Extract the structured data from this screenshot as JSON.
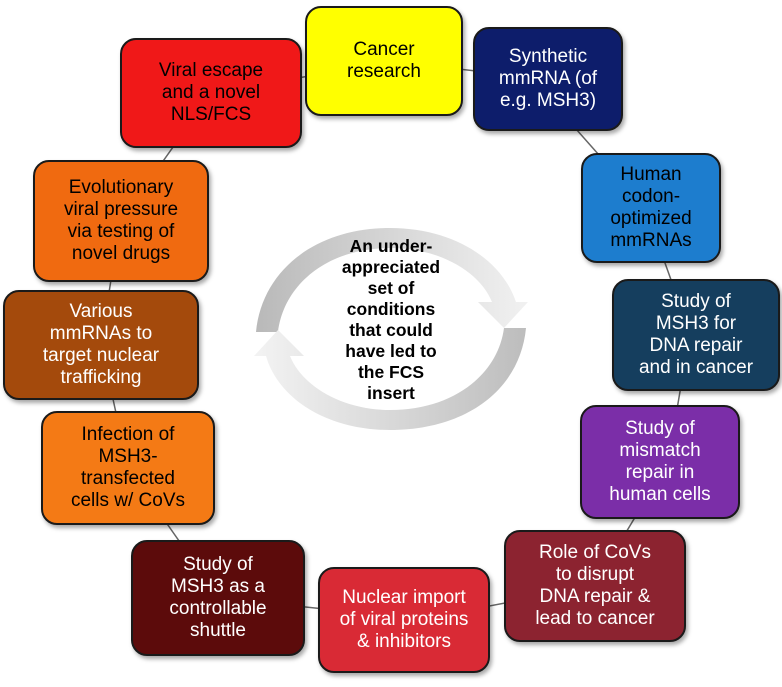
{
  "center": {
    "text": "An under-\nappreciated\nset of\nconditions\nthat could\nhave led to\nthe FCS\ninsert"
  },
  "nodes": [
    {
      "id": "cancer-research",
      "text": "Cancer\nresearch",
      "fill": "#FFFF00",
      "text_color": "#000000"
    },
    {
      "id": "synthetic-mmrna",
      "text": "Synthetic\nmmRNA (of\ne.g. MSH3)",
      "fill": "#0D1D6B",
      "text_color": "#FFFFFF"
    },
    {
      "id": "human-codon-optimized",
      "text": "Human\ncodon-\noptimized\nmmRNAs",
      "fill": "#1D7DCE",
      "text_color": "#000000"
    },
    {
      "id": "study-msh3-dna-repair",
      "text": "Study of\nMSH3 for\nDNA repair\nand in cancer",
      "fill": "#153E5E",
      "text_color": "#FFFFFF"
    },
    {
      "id": "study-mismatch-repair",
      "text": "Study of\nmismatch\nrepair in\nhuman cells",
      "fill": "#7B2EA8",
      "text_color": "#FFFFFF"
    },
    {
      "id": "role-of-covs",
      "text": "Role of CoVs\nto disrupt\nDNA repair &\nlead to cancer",
      "fill": "#8C2330",
      "text_color": "#FFFFFF"
    },
    {
      "id": "nuclear-import",
      "text": "Nuclear import\nof viral proteins\n& inhibitors",
      "fill": "#D92A35",
      "text_color": "#FFFFFF"
    },
    {
      "id": "study-msh3-shuttle",
      "text": "Study of\nMSH3 as a\ncontrollable\nshuttle",
      "fill": "#5C0B0B",
      "text_color": "#FFFFFF"
    },
    {
      "id": "infection-msh3-cells",
      "text": "Infection of\nMSH3-\ntransfected\ncells w/ CoVs",
      "fill": "#F47A15",
      "text_color": "#000000"
    },
    {
      "id": "various-mmrnas",
      "text": "Various\nmmRNAs to\ntarget nuclear\ntrafficking",
      "fill": "#A44A0C",
      "text_color": "#FFFFFF"
    },
    {
      "id": "evolutionary-pressure",
      "text": "Evolutionary\nviral pressure\nvia testing of\nnovel drugs",
      "fill": "#F06A10",
      "text_color": "#000000"
    },
    {
      "id": "viral-escape",
      "text": "Viral escape\nand a novel\nNLS/FCS",
      "fill": "#F01818",
      "text_color": "#000000"
    }
  ]
}
